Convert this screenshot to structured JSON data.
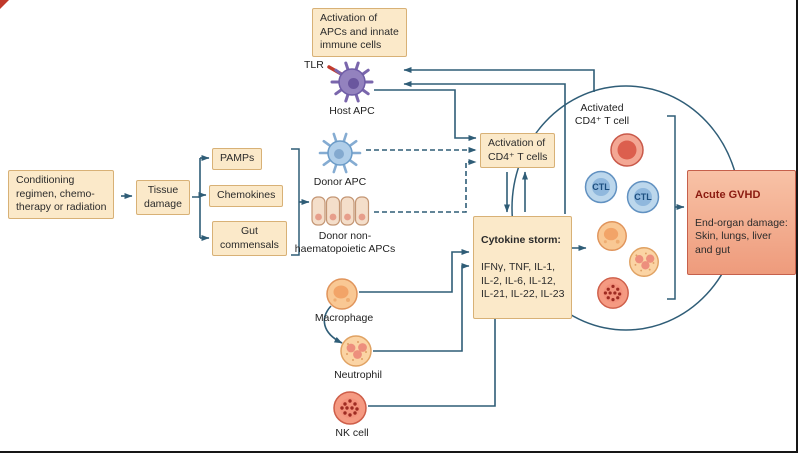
{
  "boxes": {
    "conditioning": "Conditioning\nregimen, chemo-\ntherapy or radiation",
    "tissue_damage": "Tissue\ndamage",
    "pamps": "PAMPs",
    "chemokines": "Chemokines",
    "gut_commensals": "Gut\ncommensals",
    "apc_activation": "Activation of\nAPCs and innate\nimmune cells",
    "cd4_activation": "Activation of\nCD4⁺ T cells",
    "cytokine_title": "Cytokine storm:",
    "cytokines": "IFNγ, TNF, IL-1,\nIL-2, IL-6, IL-12,\nIL-21, IL-22, IL-23",
    "gvhd_title": "Acute GVHD",
    "gvhd_text": "End-organ damage:\nSkin, lungs, liver\nand gut"
  },
  "labels": {
    "tlr": "TLR",
    "host_apc": "Host APC",
    "donor_apc": "Donor APC",
    "donor_nonhaem": "Donor non-\nhaematopoietic APCs",
    "macrophage": "Macrophage",
    "neutrophil": "Neutrophil",
    "nk_cell": "NK cell",
    "activated_cd4": "Activated\nCD4⁺ T cell",
    "ctl": "CTL"
  },
  "colors": {
    "arrow": "#2F5D77",
    "box_fill": "#FBE9C9",
    "box_border": "#D8B176",
    "gvhd_title_color": "#8B1A10",
    "host_apc": "#9382BE",
    "donor_apc": "#B0CEE9",
    "tlr_bar": "#C23B2E"
  }
}
